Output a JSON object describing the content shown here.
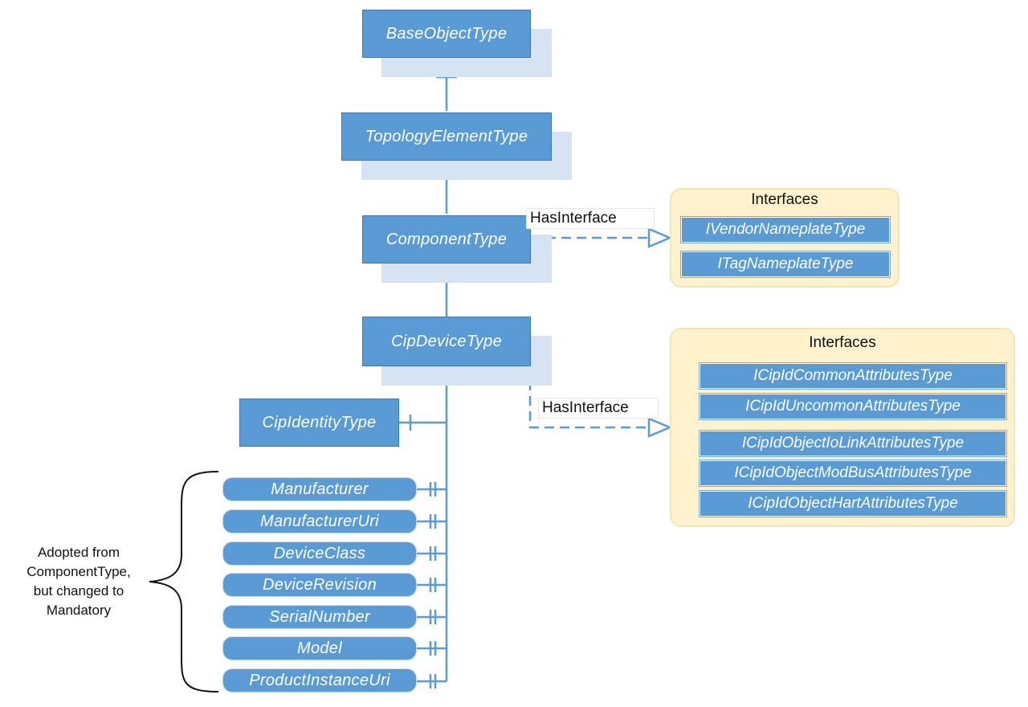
{
  "types": {
    "base": "BaseObjectType",
    "topology": "TopologyElementType",
    "component": "ComponentType",
    "cipdevice": "CipDeviceType",
    "cipidentity": "CipIdentityType"
  },
  "variables": [
    "Manufacturer",
    "ManufacturerUri",
    "DeviceClass",
    "DeviceRevision",
    "SerialNumber",
    "Model",
    "ProductInstanceUri"
  ],
  "relations": {
    "has_interface_1": "HasInterface",
    "has_interface_2": "HasInterface"
  },
  "interfaces_1": {
    "title": "Interfaces",
    "items": [
      "IVendorNameplateType",
      "ITagNameplateType"
    ]
  },
  "interfaces_2": {
    "title": "Interfaces",
    "items": [
      "ICipIdCommonAttributesType",
      "ICipIdUncommonAttributesType",
      "ICipIdObjectIoLinkAttributesType",
      "ICipIdObjectModBusAttributesType",
      "ICipIdObjectHartAttributesType"
    ]
  },
  "note": {
    "lines": [
      "Adopted from",
      "ComponentType,",
      "but changed to",
      "Mandatory"
    ]
  },
  "colors": {
    "type_fill": "#5b9bd5",
    "connector": "#5b9bd5",
    "interface_panel": "#fff2cc",
    "shadow": "#d6e3f3"
  }
}
